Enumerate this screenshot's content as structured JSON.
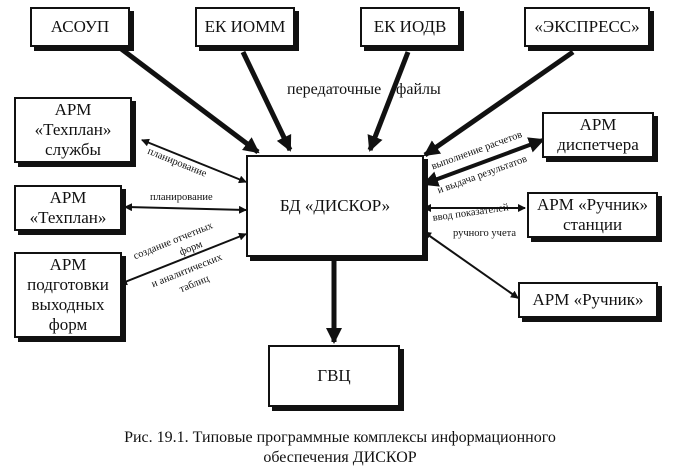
{
  "sources": {
    "asoup": "АСОУП",
    "ek_iomm": "ЕК ИОММ",
    "ek_iodv": "ЕК ИОДВ",
    "express": "«ЭКСПРЕСС»"
  },
  "transfer_label_left": "передаточные",
  "transfer_label_right": "файлы",
  "center": "БД «ДИСКОР»",
  "gvc": "ГВЦ",
  "left": {
    "techplan_service": [
      "АРМ",
      "«Техплан»",
      "службы"
    ],
    "techplan": [
      "АРМ",
      "«Техплан»"
    ],
    "output_forms": [
      "АРМ",
      "подготовки",
      "выходных",
      "форм"
    ]
  },
  "right": {
    "dispatcher": [
      "АРМ",
      "диспетчера"
    ],
    "ruchnik_station": [
      "АРМ «Ручник»",
      "станции"
    ],
    "ruchnik": "АРМ «Ручник»"
  },
  "edge_labels": {
    "planning_1": "планирование",
    "planning_2": "планирование",
    "creating_forms": [
      "создание отчетных",
      "форм"
    ],
    "analytic_tables": [
      "и аналитических",
      "таблиц"
    ],
    "calc_1": "выполнение расчетов",
    "calc_2": "и выдача результатов",
    "input_1": "ввод показателей",
    "input_2": "ручного учета"
  },
  "caption": [
    "Рис. 19.1. Типовые программные комплексы информационного",
    "обеспечения ДИСКОР"
  ]
}
